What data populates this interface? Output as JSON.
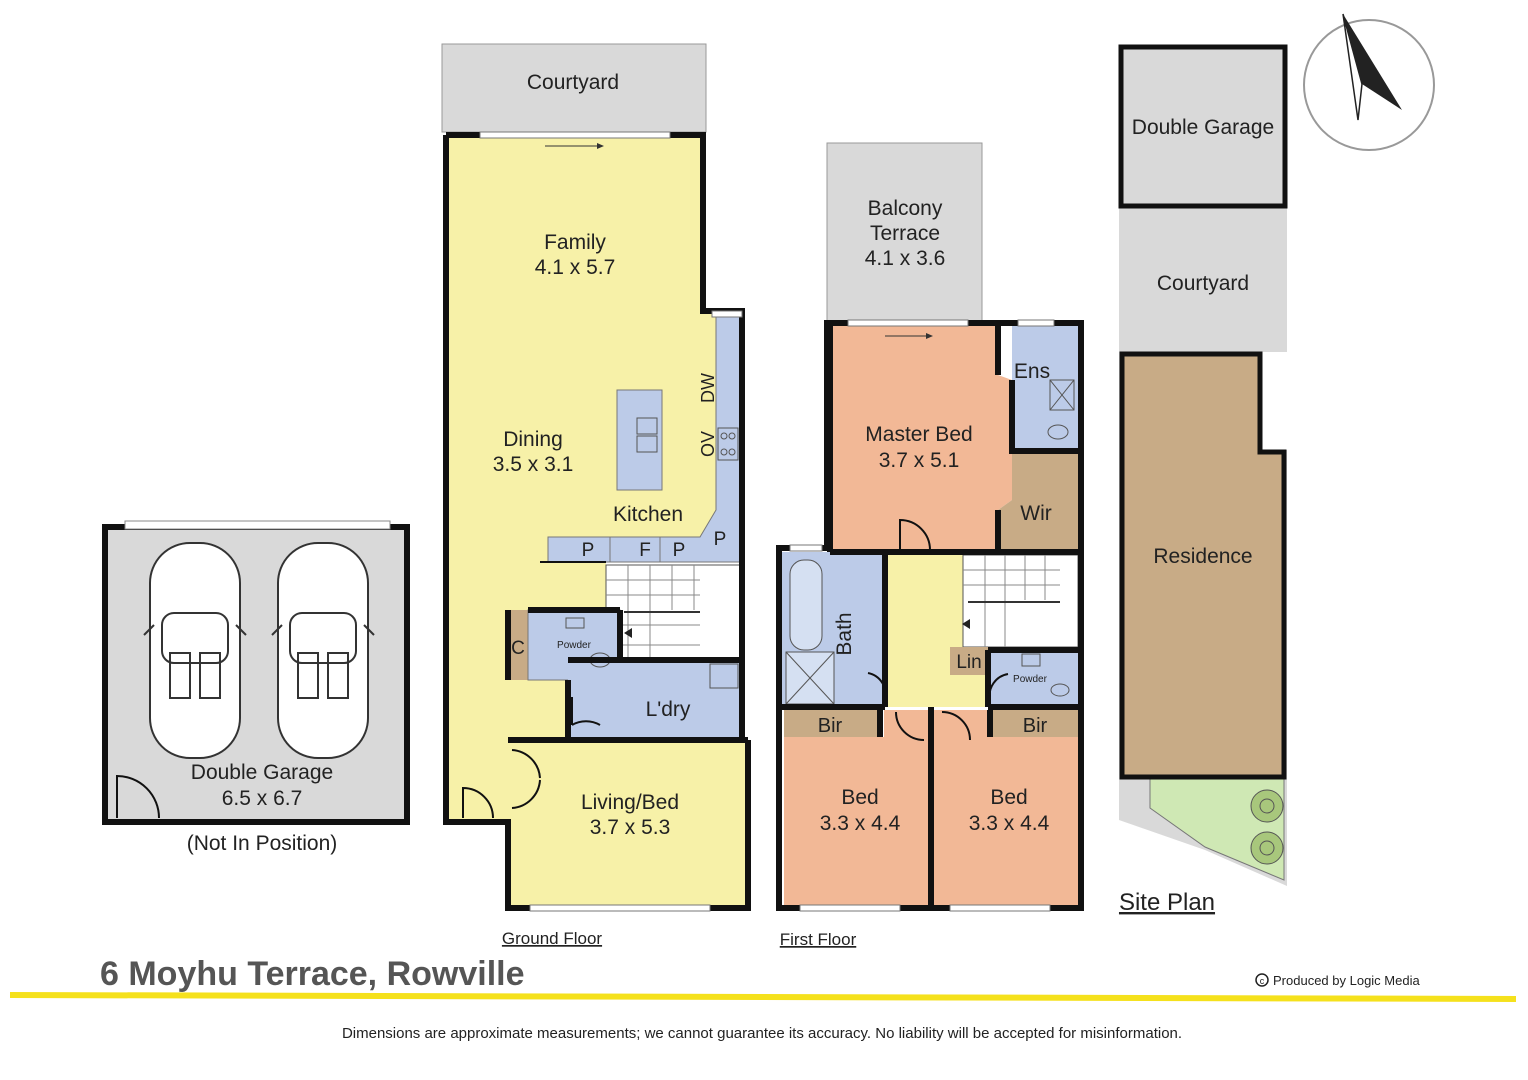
{
  "title": "6 Moyhu Terrace, Rowville",
  "credit": "Produced by Logic Media",
  "disclaimer": "Dimensions are approximate measurements; we cannot guarantee its accuracy. No liability will be accepted for misinformation.",
  "colors": {
    "living": "#f7f1a8",
    "bedroom": "#f2b896",
    "wet": "#bccbe8",
    "storage": "#c8ab86",
    "outdoor": "#d9d9d9",
    "garden": "#cfe8b4",
    "accent": "#f5e11c"
  },
  "garage": {
    "name": "Double Garage",
    "size": "6.5 x 6.7",
    "note": "(Not In Position)"
  },
  "ground_floor": {
    "caption": "Ground Floor",
    "courtyard": "Courtyard",
    "family": {
      "name": "Family",
      "size": "4.1 x 5.7"
    },
    "dining": {
      "name": "Dining",
      "size": "3.5 x 3.1"
    },
    "kitchen": "Kitchen",
    "dw": "DW",
    "ov": "OV",
    "pantry": "P",
    "fridge": "F",
    "cupboard": "C",
    "powder": "Powder",
    "laundry": "L'dry",
    "living_bed": {
      "name": "Living/Bed",
      "size": "3.7 x 5.3"
    }
  },
  "first_floor": {
    "caption": "First Floor",
    "balcony": {
      "name1": "Balcony",
      "name2": "Terrace",
      "size": "4.1 x 3.6"
    },
    "master": {
      "name": "Master Bed",
      "size": "3.7 x 5.1"
    },
    "ens": "Ens",
    "wir": "Wir",
    "bath": "Bath",
    "lin": "Lin",
    "powder": "Powder",
    "bir": "Bir",
    "bed2": {
      "name": "Bed",
      "size": "3.3 x 4.4"
    },
    "bed3": {
      "name": "Bed",
      "size": "3.3 x 4.4"
    }
  },
  "site_plan": {
    "caption": "Site Plan",
    "garage": "Double Garage",
    "courtyard": "Courtyard",
    "residence": "Residence"
  },
  "icons": [
    "north-arrow-icon",
    "car-icon",
    "copyright-icon"
  ]
}
